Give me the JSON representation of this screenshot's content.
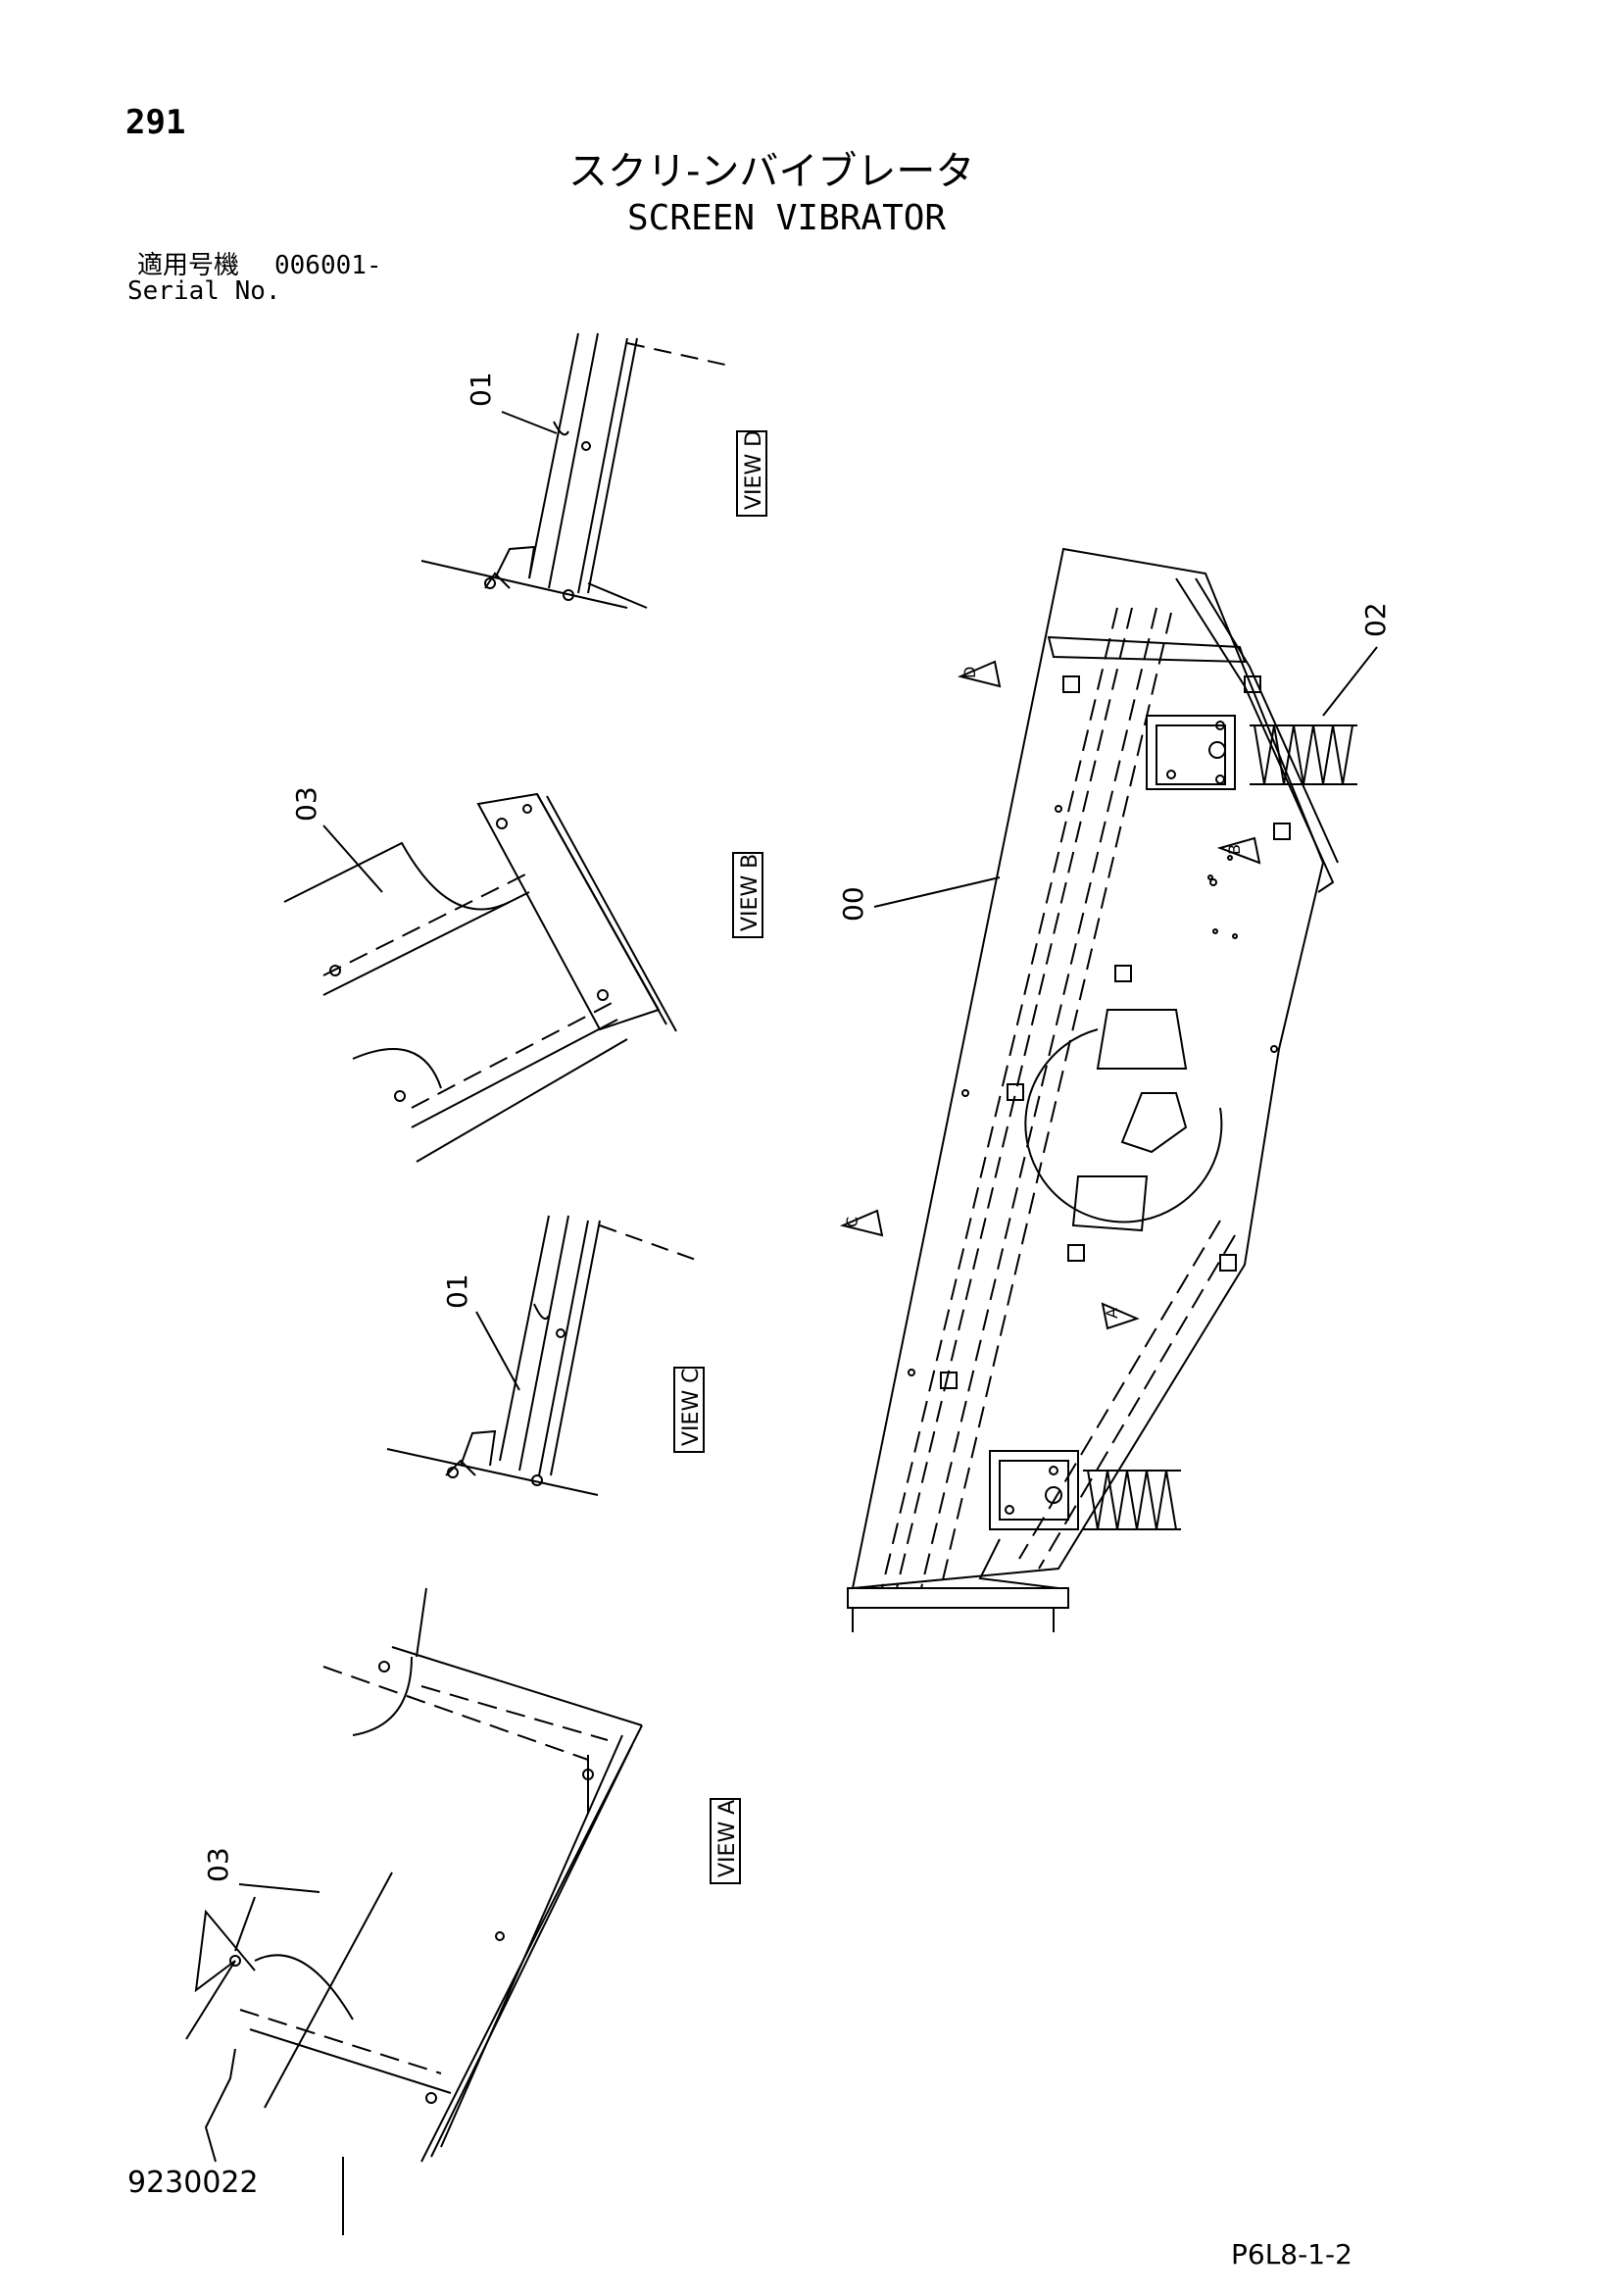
{
  "header": {
    "page_number": "291",
    "title_jp": "スクリ-ンバイブレータ",
    "title_en": "SCREEN VIBRATOR",
    "serial_label_jp": "適用号機",
    "serial_value": "006001-",
    "serial_label_en": "Serial No."
  },
  "views": {
    "view_d": "VIEW D",
    "view_b": "VIEW B",
    "view_c": "VIEW C",
    "view_a": "VIEW A"
  },
  "callouts": {
    "c01_d": "01",
    "c03_b": "03",
    "c01_c": "01",
    "c03_a": "03",
    "c00": "00",
    "c02": "02"
  },
  "arrows": {
    "d": "D",
    "b": "B",
    "c": "C",
    "a": "A"
  },
  "footer": {
    "doc_number": "9230022",
    "page_code": "P6L8-1-2"
  }
}
